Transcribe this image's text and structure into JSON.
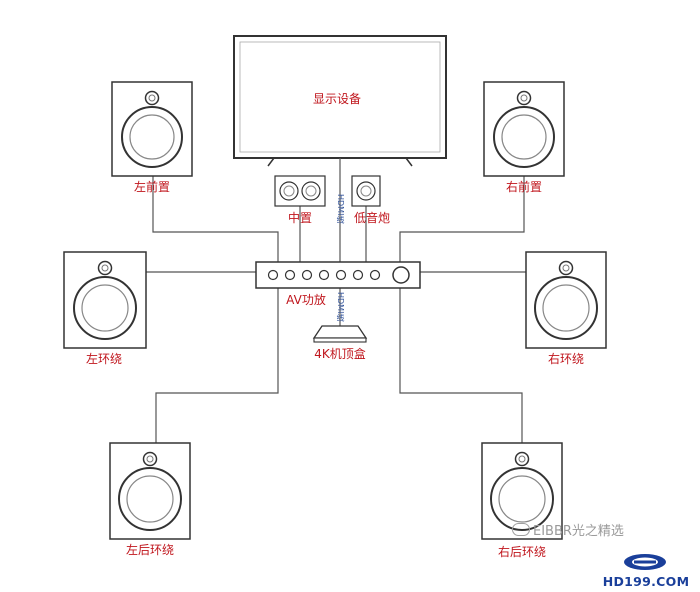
{
  "diagram": {
    "display_label": "显示设备",
    "speakers": {
      "front_left": "左前置",
      "front_right": "右前置",
      "center": "中置",
      "subwoofer": "低音炮",
      "surround_left": "左环绕",
      "surround_right": "右环绕",
      "rear_left": "左后环绕",
      "rear_right": "右后环绕"
    },
    "receiver_label": "AV功放",
    "source_label": "4K机顶盒",
    "hdmi_label_upper": "HDMI线",
    "hdmi_label_lower": "HDMI线"
  },
  "watermark": "EIBBR光之精选",
  "logo": {
    "text": "HD199.COM",
    "color": "#1a3f9a"
  },
  "colors": {
    "label": "#c0161d",
    "line": "#555555",
    "hdmi_text": "#3a5a9e"
  }
}
